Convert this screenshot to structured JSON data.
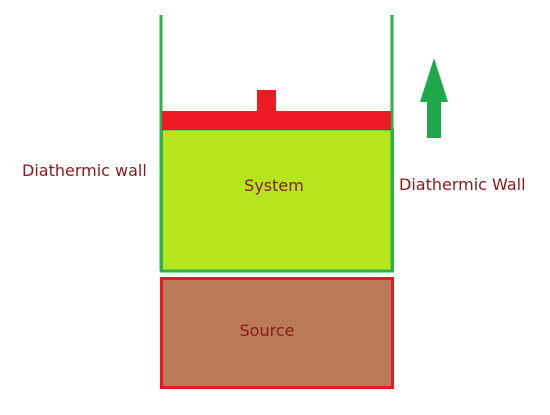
{
  "labels": {
    "left_wall": "Diathermic wall",
    "right_wall": "Diathermic Wall",
    "system": "System",
    "source": "Source"
  },
  "colors": {
    "wall": "#2db14a",
    "piston": "#ed1c24",
    "system_fill": "#b5e61d",
    "source_fill": "#b97a57",
    "source_border": "#e01b24",
    "arrow": "#1fa84a",
    "text": "#8b1a1a"
  },
  "icons": {
    "motion_arrow": "up-arrow-icon"
  }
}
